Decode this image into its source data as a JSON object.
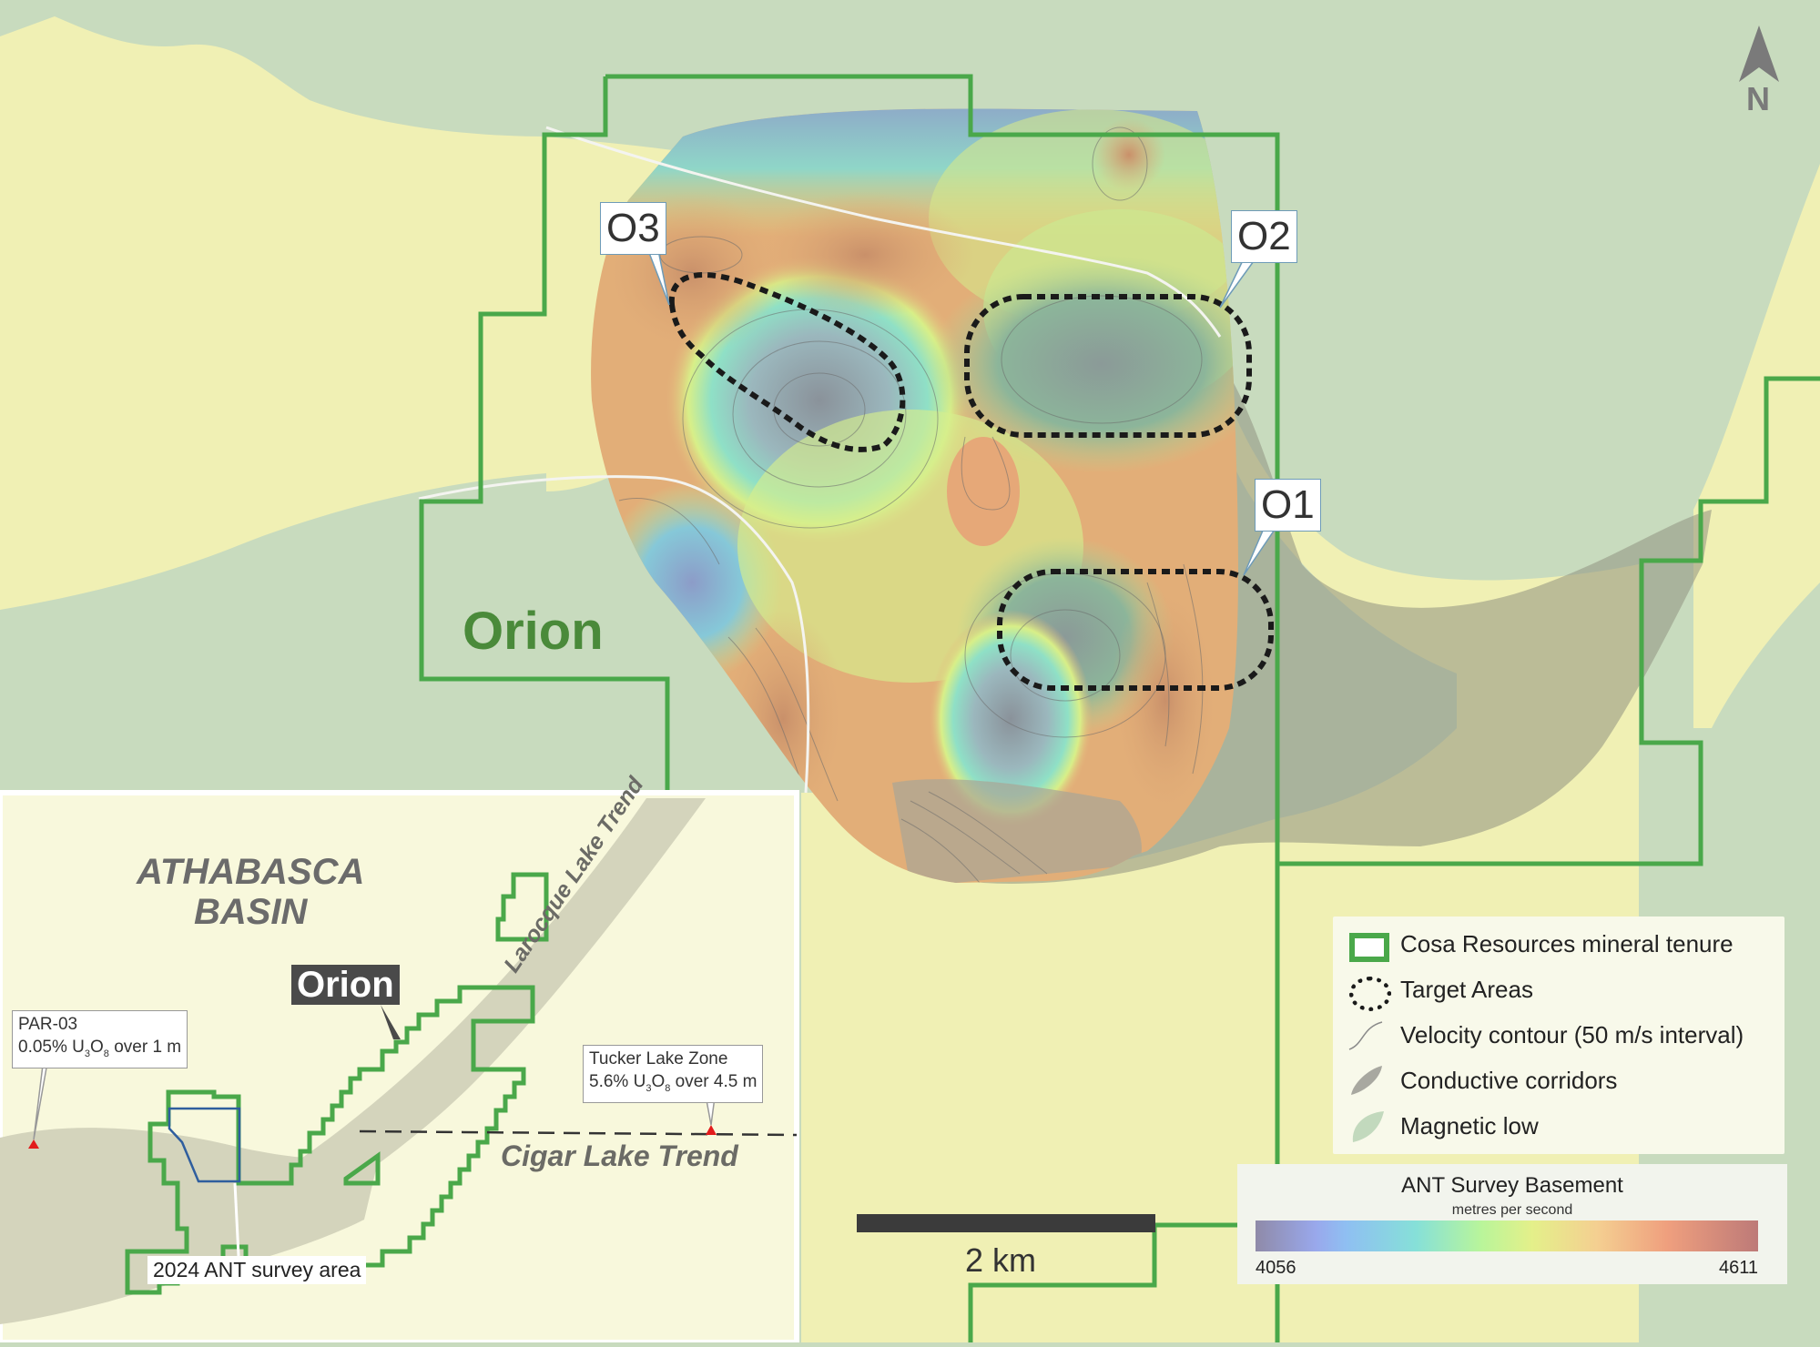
{
  "map": {
    "title_label": "Orion",
    "north_label": "N",
    "targets": [
      {
        "id": "O1",
        "label": "O1"
      },
      {
        "id": "O2",
        "label": "O2"
      },
      {
        "id": "O3",
        "label": "O3"
      }
    ],
    "scale_label": "2 km"
  },
  "legend": {
    "items": [
      {
        "symbol": "green-rectangle",
        "label": "Cosa Resources mineral tenure"
      },
      {
        "symbol": "dashed-ellipse",
        "label": "Target Areas"
      },
      {
        "symbol": "thin-line",
        "label": "Velocity contour (50 m/s interval)"
      },
      {
        "symbol": "grey-shape",
        "label": "Conductive corridors"
      },
      {
        "symbol": "light-green-shape",
        "label": "Magnetic low"
      }
    ]
  },
  "colorbar": {
    "title": "ANT Survey Basement",
    "unit": "metres per second",
    "min": "4056",
    "max": "4611",
    "colors": [
      "#8f8aa8",
      "#99a8ec",
      "#86e0d8",
      "#b9f59a",
      "#e4f08a",
      "#f4cf91",
      "#ef9f7e",
      "#bd7a78"
    ]
  },
  "inset": {
    "region_label_line1": "ATHABASCA",
    "region_label_line2": "BASIN",
    "property_label": "Orion",
    "trend_1": "Larocque Lake Trend",
    "trend_2": "Cigar Lake Trend",
    "survey_area_label": "2024 ANT survey area",
    "drillholes": [
      {
        "name": "PAR-03",
        "grade": "0.05%",
        "u": "U",
        "u_sub": "3",
        "o": "O",
        "o_sub": "8",
        "rest": " over 1 m"
      },
      {
        "name": "Tucker Lake Zone",
        "grade": "5.6%",
        "u": "U",
        "u_sub": "3",
        "o": "O",
        "o_sub": "8",
        "rest": " over 4.5 m"
      }
    ]
  },
  "colors": {
    "tenure_green": "#4aa84a",
    "magnetic_low": "#c8dbbe",
    "basin_yellow": "#f0f0b4",
    "conductive_grey": "#9a9a88",
    "inset_bg": "#f8f8dc"
  }
}
